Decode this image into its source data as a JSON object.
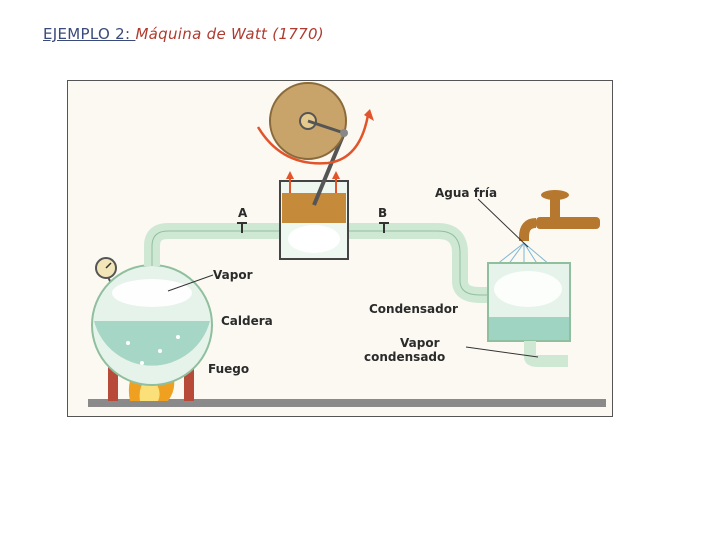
{
  "title": {
    "lead": "EJEMPLO 2: ",
    "rest": "Máquina de Watt (1770)"
  },
  "diagram": {
    "labels": {
      "a": "A",
      "b": "B",
      "agua_fria": "Agua fría",
      "vapor": "Vapor",
      "caldera": "Caldera",
      "fuego": "Fuego",
      "condensador": "Condensador",
      "vapor_condensado_1": "Vapor",
      "vapor_condensado_2": "condensado"
    },
    "colors": {
      "flywheel": "#c9a46a",
      "piston": "#c58a3a",
      "glass": "#cfe8d4",
      "water": "#9fd3c2",
      "faucet": "#b5782e",
      "flame": "#f0a020",
      "arrow": "#e2552b",
      "support": "#b84a3a",
      "floor": "#8a8a8a"
    }
  }
}
